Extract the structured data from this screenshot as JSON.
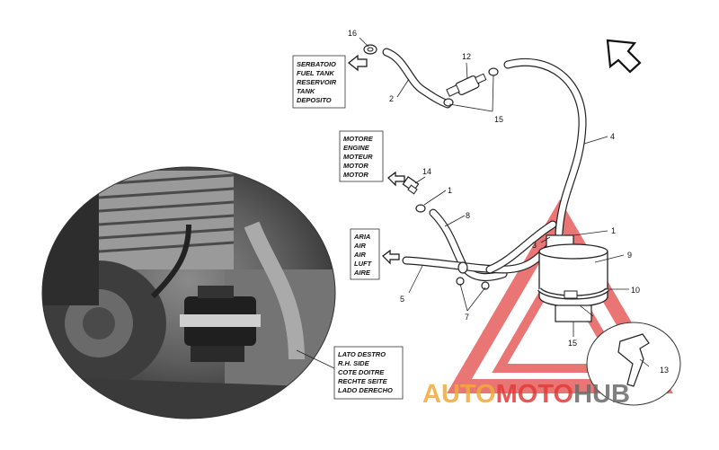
{
  "callouts": {
    "c16": "16",
    "c2": "2",
    "c12": "12",
    "c15a": "15",
    "c4": "4",
    "c14": "14",
    "c1a": "1",
    "c8": "8",
    "c1b": "1",
    "c3": "3",
    "c9": "9",
    "c10": "10",
    "c5": "5",
    "c7": "7",
    "c15b": "15",
    "c13": "13"
  },
  "boxes": {
    "fuel_tank": [
      "SERBATOIO",
      "FUEL TANK",
      "RESERVOIR",
      "TANK",
      "DEPOSITO"
    ],
    "engine": [
      "MOTORE",
      "ENGINE",
      "MOTEUR",
      "MOTOR",
      "MOTOR"
    ],
    "air": [
      "ARIA",
      "AIR",
      "AIR",
      "LUFT",
      "AIRE"
    ],
    "rh_side": [
      "LATO DESTRO",
      "R.H. SIDE",
      "COTE DOITRE",
      "RECHTE SEITE",
      "LADO DERECHO"
    ]
  },
  "watermark": {
    "part1": "AUTO",
    "part2": "MOTO",
    "part3": "HUB"
  },
  "colors": {
    "watermark_orange": "#f2a93b",
    "watermark_red": "#e23b3b",
    "watermark_gray": "#6b6b6b"
  },
  "icons": {
    "direction": "arrow-icon"
  }
}
